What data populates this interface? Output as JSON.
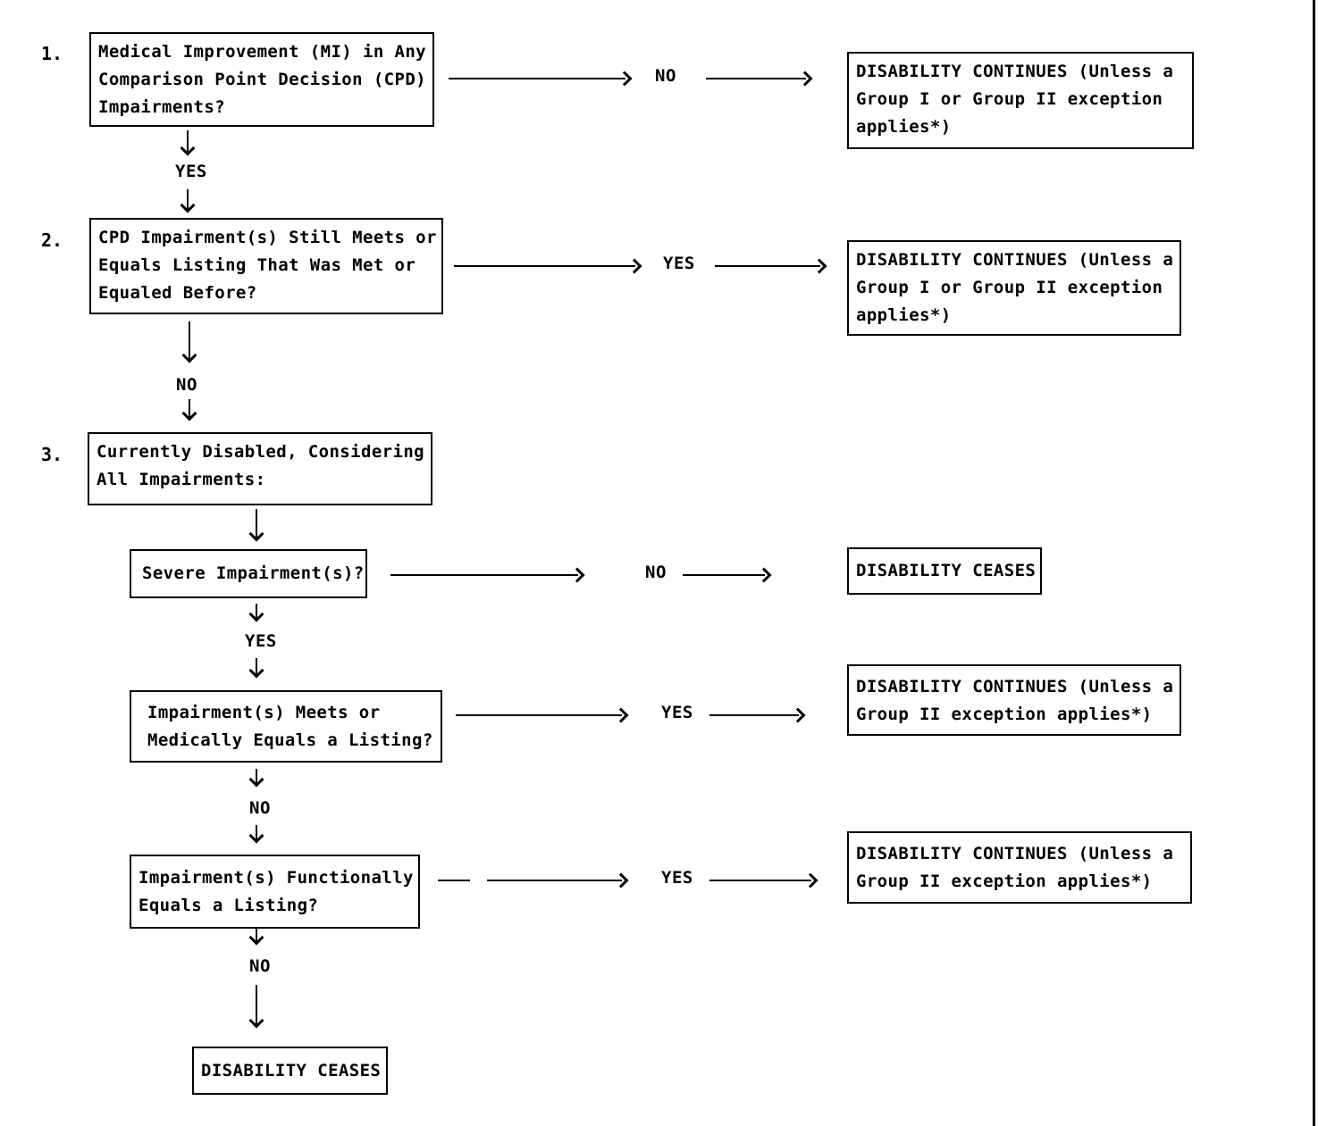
{
  "colors": {
    "ink": "#000000",
    "paper": "#ffffff"
  },
  "flowchart": {
    "step1": {
      "number": "1.",
      "question": [
        "Medical Improvement (MI) in Any",
        "Comparison Point Decision (CPD)",
        "Impairments?"
      ],
      "branch_label": "NO",
      "result": [
        "DISABILITY CONTINUES (Unless a",
        "Group I or Group II exception",
        "applies*)"
      ],
      "down_label": "YES"
    },
    "step2": {
      "number": "2.",
      "question": [
        "CPD Impairment(s) Still Meets or",
        "Equals Listing That Was Met or",
        "Equaled Before?"
      ],
      "branch_label": "YES",
      "result": [
        "DISABILITY CONTINUES (Unless a",
        "Group I or Group II exception",
        "applies*)"
      ],
      "down_label": "NO"
    },
    "step3": {
      "number": "3.",
      "question": [
        "Currently Disabled, Considering",
        "All Impairments:"
      ]
    },
    "step3a": {
      "question": [
        "Severe Impairment(s)?"
      ],
      "branch_label": "NO",
      "result": [
        "DISABILITY CEASES"
      ],
      "down_label": "YES"
    },
    "step3b": {
      "question": [
        "Impairment(s) Meets or",
        "Medically Equals a Listing?"
      ],
      "branch_label": "YES",
      "result": [
        "DISABILITY CONTINUES (Unless a",
        "Group II exception applies*)"
      ],
      "down_label": "NO"
    },
    "step3c": {
      "question": [
        "Impairment(s) Functionally",
        "Equals a Listing?"
      ],
      "branch_label": "YES",
      "result": [
        "DISABILITY CONTINUES (Unless a",
        "Group II exception applies*)"
      ],
      "down_label": "NO"
    },
    "final": {
      "result": [
        "DISABILITY CEASES"
      ]
    }
  }
}
